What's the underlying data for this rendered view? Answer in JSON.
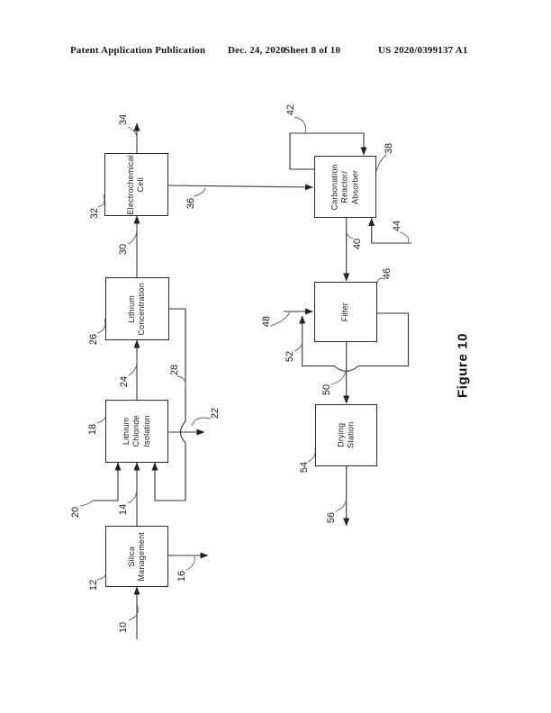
{
  "header": {
    "left": "Patent Application Publication",
    "date": "Dec. 24, 2020",
    "sheet": "Sheet 8 of 10",
    "patent_number": "US 2020/0399137 A1"
  },
  "figure": {
    "label": "Figure 10"
  },
  "boxes": {
    "silica_management": {
      "ref": "12",
      "label": "Silica\nManagement"
    },
    "lithium_chloride_isolation": {
      "ref": "18",
      "label": "Lithium\nChloride\nIsolation"
    },
    "lithium_concentration": {
      "ref": "26",
      "label": "Lithium\nConcentration"
    },
    "electrochemical_cell": {
      "ref": "32",
      "label": "Electrochemical\nCell"
    },
    "carbonation_reactor": {
      "ref": "38",
      "label": "Carbonation\nReactor/\nAbsorber"
    },
    "filter": {
      "ref": "46",
      "label": "Filter"
    },
    "drying_station": {
      "ref": "54",
      "label": "Drying\nStation"
    }
  },
  "refs": {
    "r10": "10",
    "r12": "12",
    "r14": "14",
    "r16": "16",
    "r18": "18",
    "r20": "20",
    "r22": "22",
    "r24": "24",
    "r26": "26",
    "r28": "28",
    "r30": "30",
    "r32": "32",
    "r34": "34",
    "r36": "36",
    "r38": "38",
    "r40": "40",
    "r42": "42",
    "r44": "44",
    "r46": "46",
    "r48": "48",
    "r50": "50",
    "r52": "52",
    "r54": "54",
    "r56": "56"
  }
}
